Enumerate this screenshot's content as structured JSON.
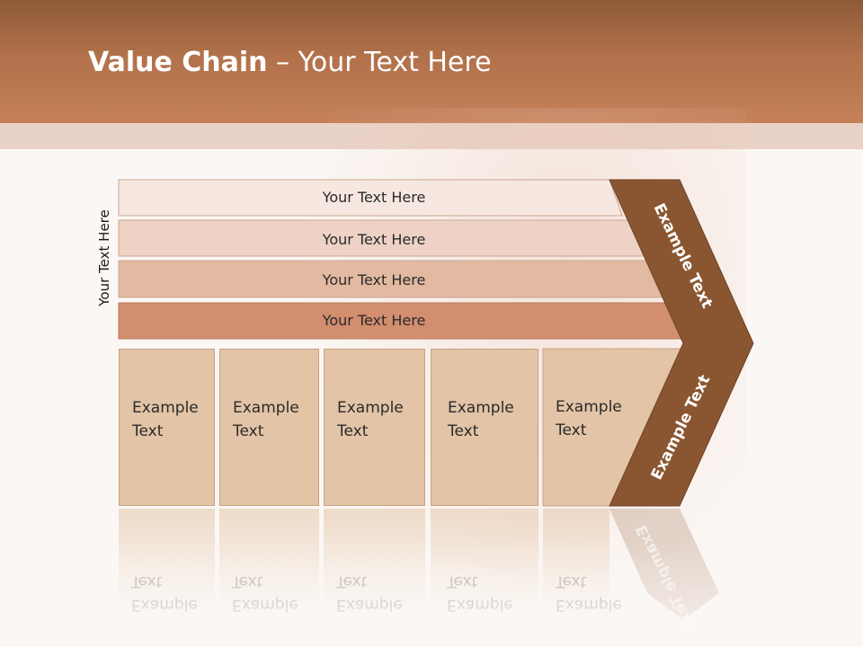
{
  "title": {
    "bold": "Value Chain",
    "rest": " – Your Text Here"
  },
  "side_label": "Your Text Here",
  "rows": [
    {
      "label": "Your Text Here",
      "color": "#f6e8e1"
    },
    {
      "label": "Your Text Here",
      "color": "#eed2c5"
    },
    {
      "label": "Your Text Here",
      "color": "#e2b9a1"
    },
    {
      "label": "Your Text Here",
      "color": "#d28e6e"
    }
  ],
  "arrow": {
    "top_label": "Example Text",
    "bottom_label": "Example Text",
    "color": "#8a5631"
  },
  "cells": [
    {
      "line1": "Example",
      "line2": "Text"
    },
    {
      "line1": "Example",
      "line2": "Text"
    },
    {
      "line1": "Example",
      "line2": "Text"
    },
    {
      "line1": "Example",
      "line2": "Text"
    },
    {
      "line1": "Example",
      "line2": "Text"
    }
  ]
}
